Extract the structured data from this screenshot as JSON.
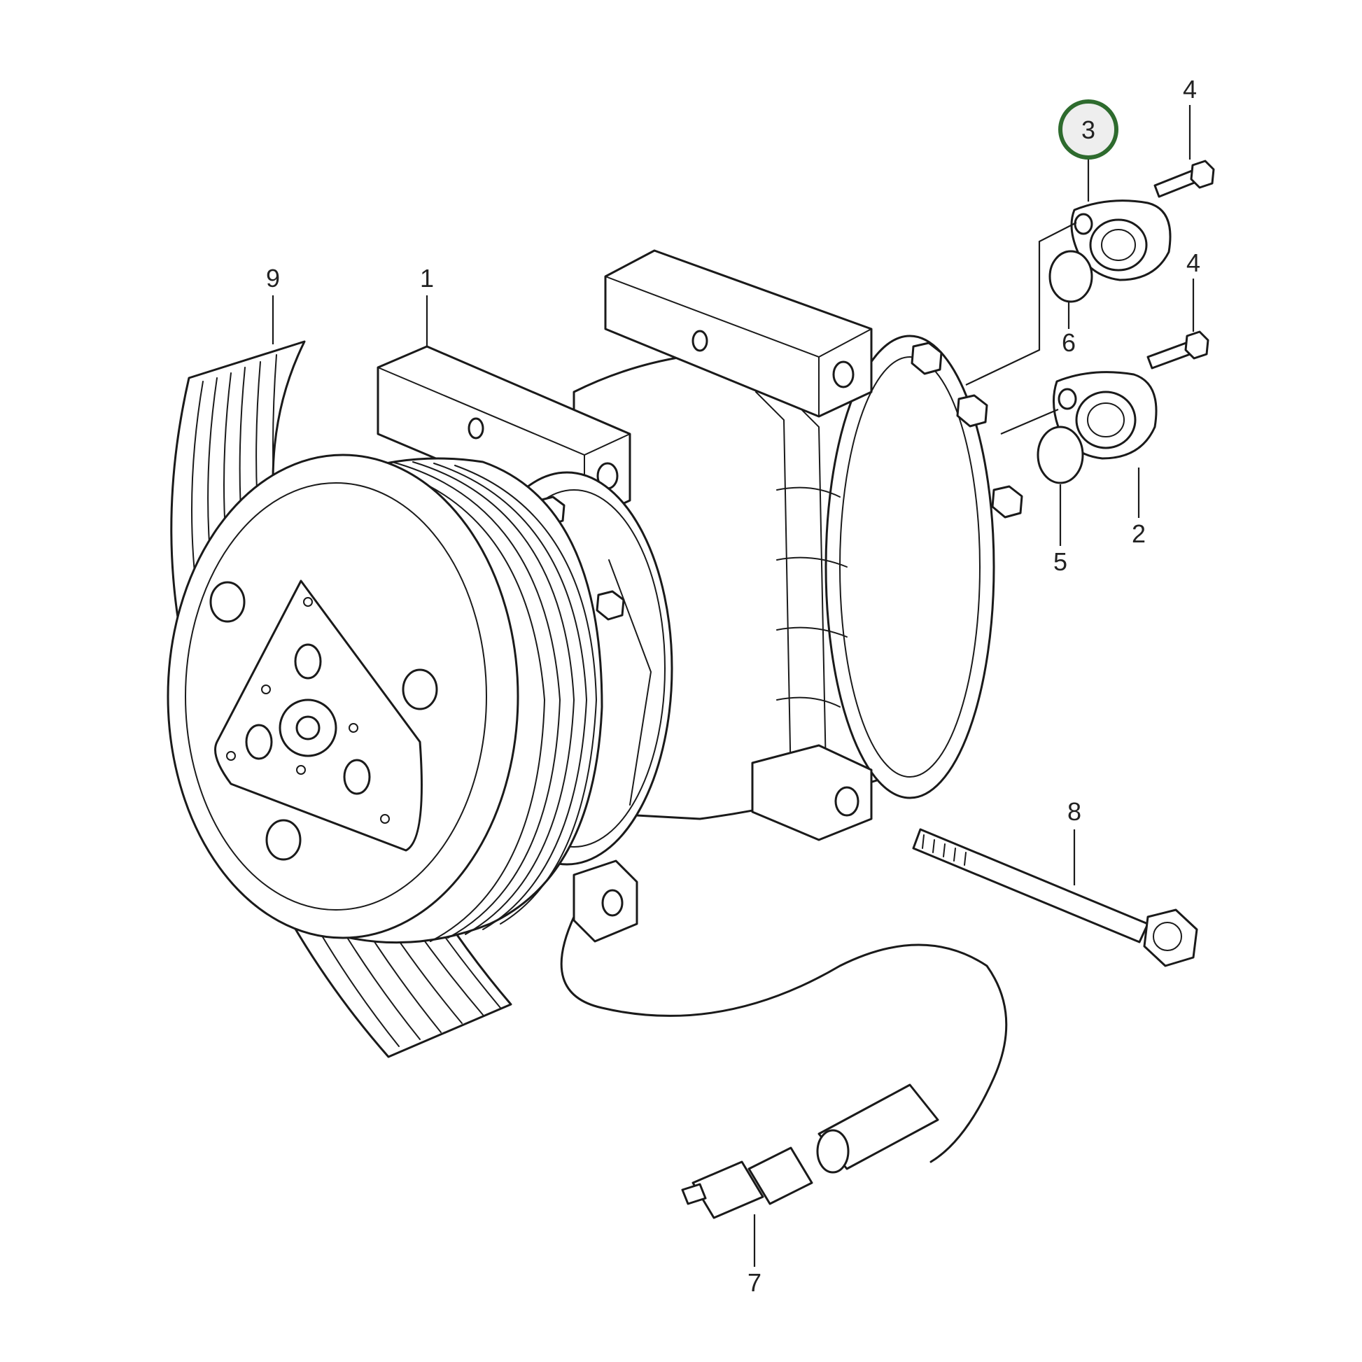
{
  "accent_color": "#2e6b2e",
  "highlight_fill": "#eeeeee",
  "callouts": [
    {
      "id": "c1",
      "label": "1",
      "part": "compressor"
    },
    {
      "id": "c2",
      "label": "2",
      "part": "lower-pipe-flange"
    },
    {
      "id": "c3",
      "label": "3",
      "part": "upper-pipe-flange",
      "highlighted": true
    },
    {
      "id": "c4a",
      "label": "4",
      "part": "upper-flange-bolt"
    },
    {
      "id": "c4b",
      "label": "4",
      "part": "lower-flange-bolt"
    },
    {
      "id": "c5",
      "label": "5",
      "part": "lower-o-ring"
    },
    {
      "id": "c6",
      "label": "6",
      "part": "upper-o-ring"
    },
    {
      "id": "c7",
      "label": "7",
      "part": "wiring-connector"
    },
    {
      "id": "c8",
      "label": "8",
      "part": "mounting-bolt"
    },
    {
      "id": "c9",
      "label": "9",
      "part": "drive-belt"
    }
  ]
}
